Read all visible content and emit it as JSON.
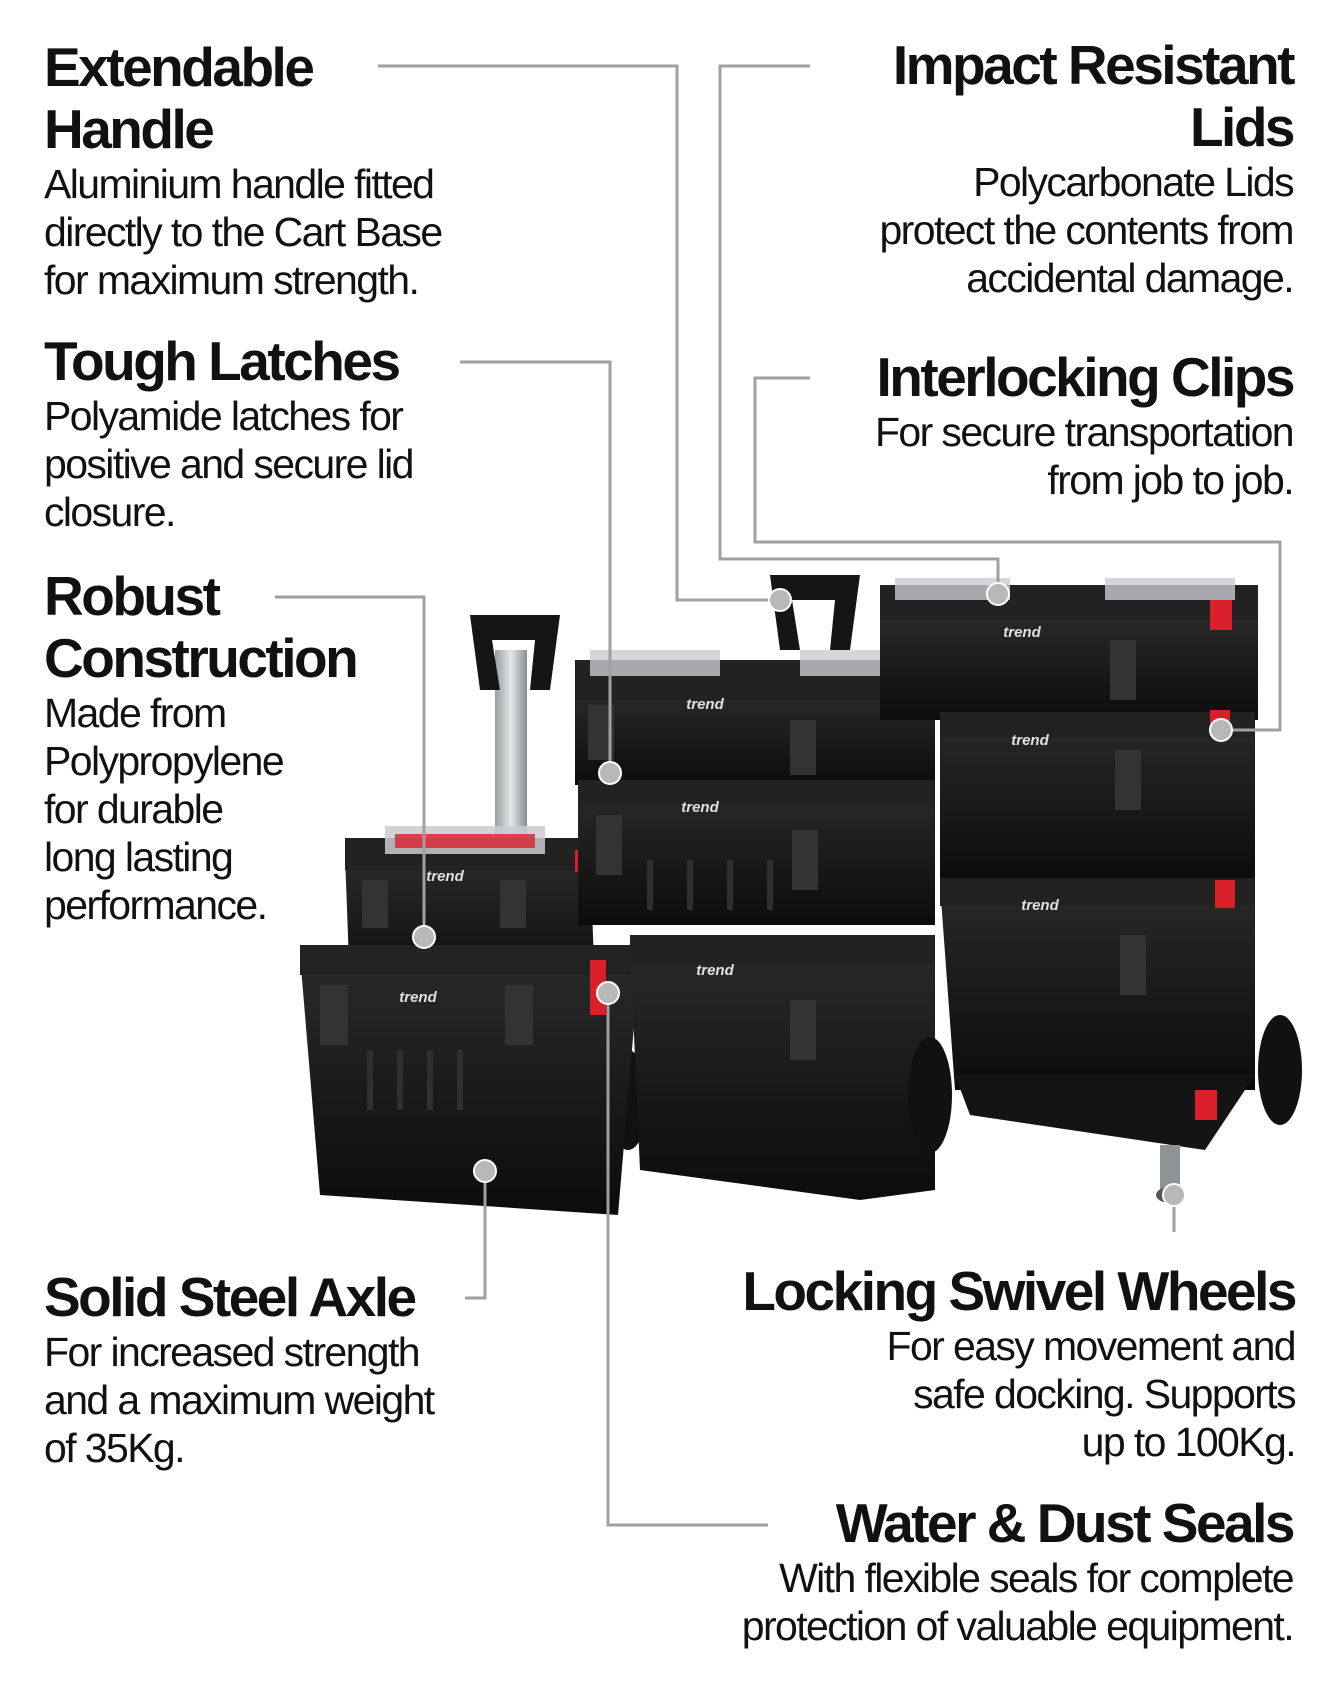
{
  "features": {
    "extendable_handle": {
      "title": "Extendable\nHandle",
      "text": "Aluminium handle fitted\ndirectly to the Cart Base\nfor maximum strength."
    },
    "impact_lids": {
      "title": "Impact Resistant\nLids",
      "text": "Polycarbonate Lids\nprotect the contents from\naccidental damage."
    },
    "tough_latches": {
      "title": "Tough Latches",
      "text": "Polyamide latches for\npositive and secure lid\nclosure."
    },
    "interlocking_clips": {
      "title": "Interlocking Clips",
      "text": "For secure transportation\nfrom job to job."
    },
    "robust_construction": {
      "title": "Robust\nConstruction",
      "text": "Made from\nPolypropylene\nfor durable\nlong lasting\nperformance."
    },
    "solid_axle": {
      "title": "Solid Steel Axle",
      "text": "For increased strength\nand a maximum weight\nof 35Kg."
    },
    "swivel_wheels": {
      "title": "Locking Swivel Wheels",
      "text": "For easy movement and\nsafe docking. Supports\nup to 100Kg."
    },
    "seals": {
      "title": "Water & Dust Seals",
      "text": "With flexible seals for complete\nprotection of valuable equipment."
    }
  },
  "product": {
    "brand": "trend"
  },
  "colors": {
    "box": "#1a1a1a",
    "accent": "#d9202a",
    "leader": "#a0a0a0",
    "lid": "#bfc4c8"
  }
}
